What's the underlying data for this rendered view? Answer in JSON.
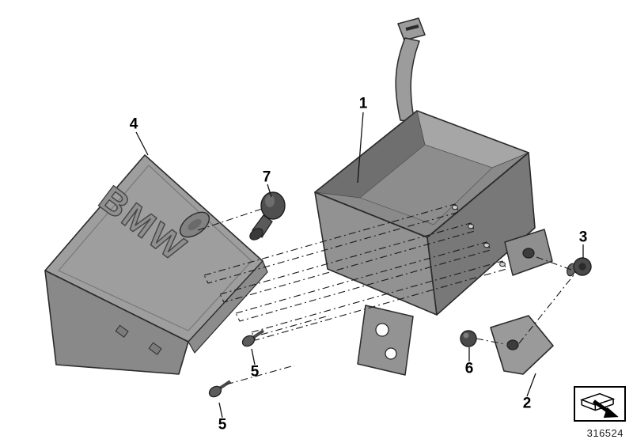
{
  "diagram": {
    "part_number": "316524",
    "cover_text": "BMW",
    "callouts": [
      {
        "label": "1"
      },
      {
        "label": "2"
      },
      {
        "label": "3"
      },
      {
        "label": "4"
      },
      {
        "label": "5"
      },
      {
        "label": "5"
      },
      {
        "label": "6"
      },
      {
        "label": "7"
      }
    ]
  },
  "icons": {
    "corner": "part-removal-arrow-icon"
  },
  "colors": {
    "line": "#1a1a1a",
    "part_gray": "#9d9d9d",
    "part_dark": "#757575",
    "background": "#ffffff"
  }
}
